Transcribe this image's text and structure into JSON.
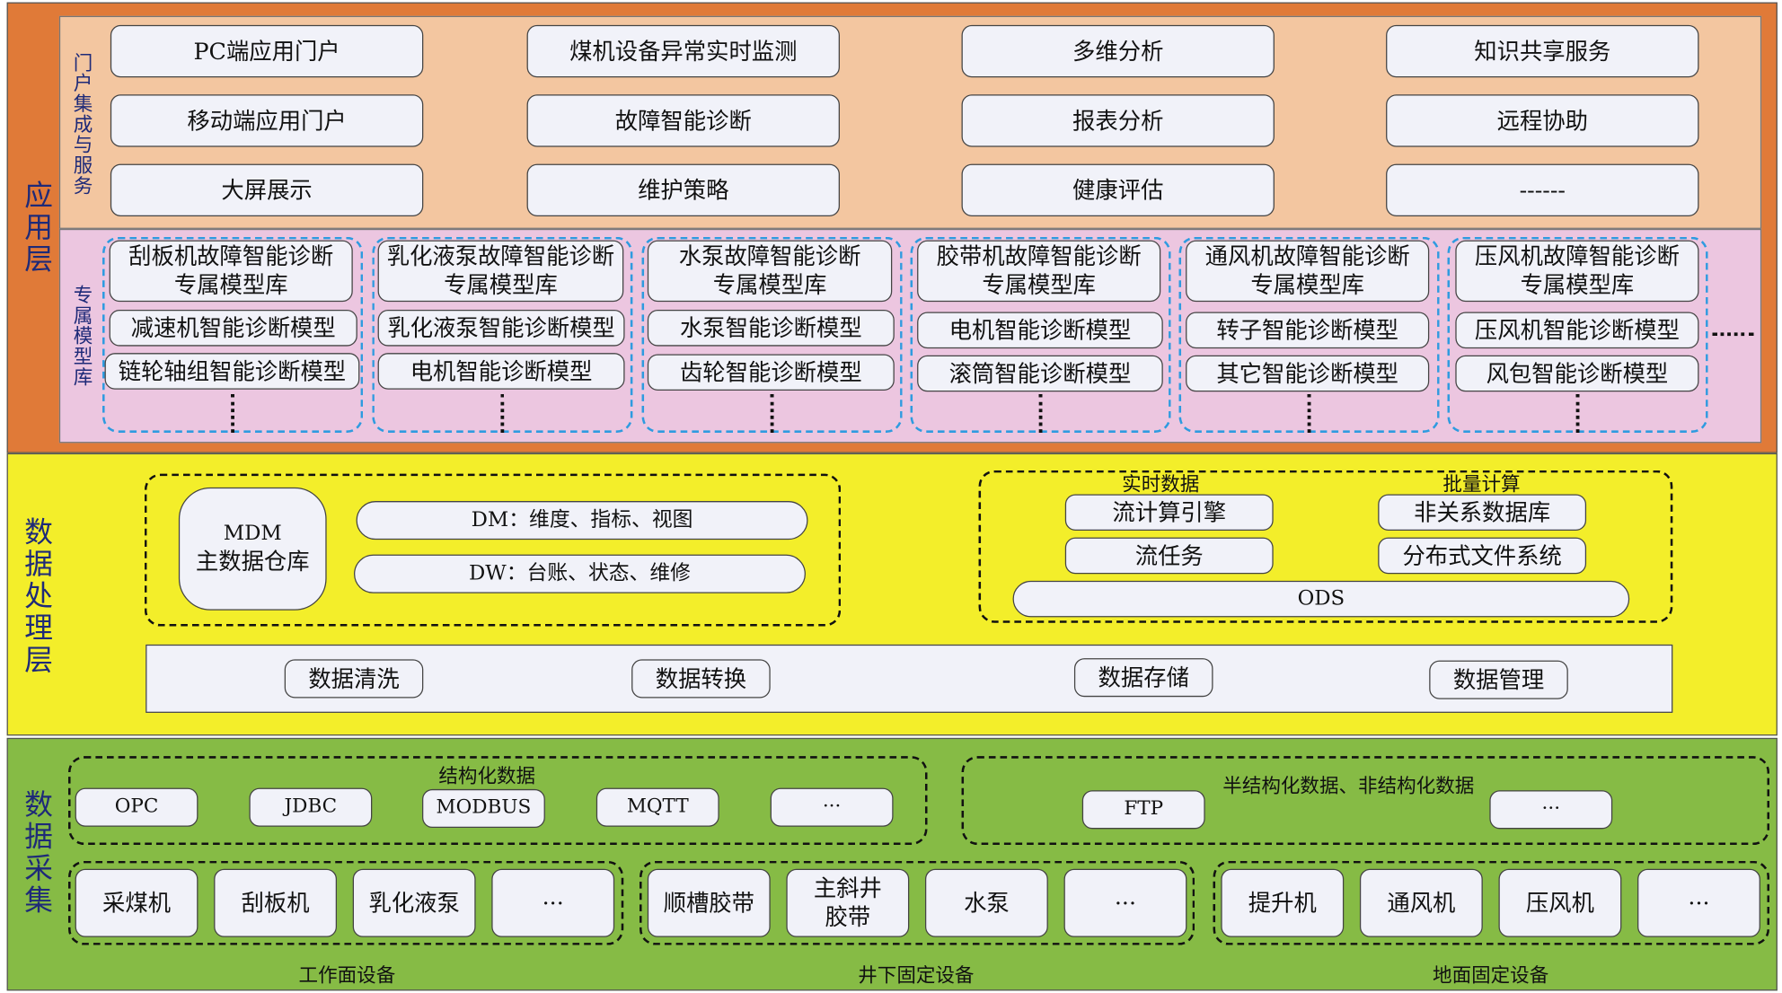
{
  "layers": {
    "app": "应用层",
    "processing": "数据处理层",
    "collection": "数据采集"
  },
  "app": {
    "portal_label": "门户集成与服务",
    "portal_rows": [
      [
        "PC端应用门户",
        "煤机设备异常实时监测",
        "多维分析",
        "知识共享服务"
      ],
      [
        "移动端应用门户",
        "故障智能诊断",
        "报表分析",
        "远程协助"
      ],
      [
        "大屏展示",
        "维护策略",
        "健康评估",
        "------"
      ]
    ],
    "model_label": "专属模型库",
    "model_groups": [
      {
        "title": [
          "刮板机故障智能诊断",
          "专属模型库"
        ],
        "items": [
          "减速机智能诊断模型",
          "链轮轴组智能诊断模型"
        ]
      },
      {
        "title": [
          "乳化液泵故障智能诊断",
          "专属模型库"
        ],
        "items": [
          "乳化液泵智能诊断模型",
          "电机智能诊断模型"
        ]
      },
      {
        "title": [
          "水泵故障智能诊断",
          "专属模型库"
        ],
        "items": [
          "水泵智能诊断模型",
          "齿轮智能诊断模型"
        ]
      },
      {
        "title": [
          "胶带机故障智能诊断",
          "专属模型库"
        ],
        "items": [
          "电机智能诊断模型",
          "滚筒智能诊断模型"
        ]
      },
      {
        "title": [
          "通风机故障智能诊断",
          "专属模型库"
        ],
        "items": [
          "转子智能诊断模型",
          "其它智能诊断模型"
        ]
      },
      {
        "title": [
          "压风机故障智能诊断",
          "专属模型库"
        ],
        "items": [
          "压风机智能诊断模型",
          "风包智能诊断模型"
        ]
      }
    ]
  },
  "processing": {
    "mdm": [
      "MDM",
      "主数据仓库"
    ],
    "dm": "DM：维度、指标、视图",
    "dw": "DW：台账、状态、维修",
    "realtime_label": "实时数据",
    "batch_label": "批量计算",
    "realtime_items": [
      "流计算引擎",
      "流任务"
    ],
    "batch_items": [
      "非关系数据库",
      "分布式文件系统"
    ],
    "ods": "ODS",
    "ops": [
      "数据清洗",
      "数据转换",
      "数据存储",
      "数据管理"
    ]
  },
  "collection": {
    "structured_label": "结构化数据",
    "structured_items": [
      "OPC",
      "JDBC",
      "MODBUS",
      "MQTT",
      "···"
    ],
    "semi_label": "半结构化数据、非结构化数据",
    "semi_items": [
      "FTP",
      "···"
    ],
    "workface_items": [
      "采煤机",
      "刮板机",
      "乳化液泵",
      "···"
    ],
    "underground_items": [
      "顺槽胶带",
      [
        "主斜井",
        "胶带"
      ],
      "水泵",
      "···"
    ],
    "surface_items": [
      "提升机",
      "通风机",
      "压风机",
      "···"
    ],
    "workface_label": "工作面设备",
    "underground_label": "井下固定设备",
    "surface_label": "地面固定设备"
  },
  "colors": {
    "app_layer": "#e07a38",
    "portal_bg": "#f3c6a0",
    "model_bg": "#ecc6e0",
    "processing_layer": "#f3ee2a",
    "collection_layer": "#86bb45",
    "layer_text": "#1e2a78",
    "group_dash": "#2e9be0",
    "box_fill": "#f1f2f9"
  }
}
